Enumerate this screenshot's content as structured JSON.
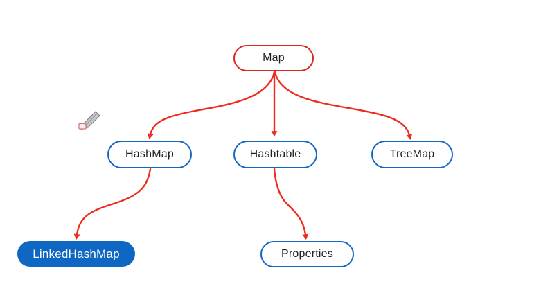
{
  "diagram": {
    "nodes": [
      {
        "id": "map",
        "label": "Map",
        "shape": "pill",
        "style": "red-outline"
      },
      {
        "id": "hashmap",
        "label": "HashMap",
        "shape": "pill",
        "style": "blue-outline"
      },
      {
        "id": "hashtable",
        "label": "Hashtable",
        "shape": "pill",
        "style": "blue-outline"
      },
      {
        "id": "treemap",
        "label": "TreeMap",
        "shape": "pill",
        "style": "blue-outline"
      },
      {
        "id": "linkedhashmap",
        "label": "LinkedHashMap",
        "shape": "pill",
        "style": "blue-filled"
      },
      {
        "id": "properties",
        "label": "Properties",
        "shape": "pill",
        "style": "blue-outline"
      }
    ],
    "edges": [
      {
        "from": "Map",
        "to": "HashMap",
        "style": "red-curved-arrow"
      },
      {
        "from": "Map",
        "to": "Hashtable",
        "style": "red-straight-arrow"
      },
      {
        "from": "Map",
        "to": "TreeMap",
        "style": "red-curved-arrow"
      },
      {
        "from": "HashMap",
        "to": "LinkedHashMap",
        "style": "red-curved-arrow"
      },
      {
        "from": "Hashtable",
        "to": "Properties",
        "style": "red-curved-arrow"
      }
    ],
    "colors": {
      "edge_red": "#ee2c1e",
      "node_red_outline": "#d92a1b",
      "node_blue_outline": "#1467c5",
      "node_blue_fill": "#0e67c2",
      "node_text": "#1f2023",
      "filled_node_text": "#ffffff",
      "background": "#ffffff"
    },
    "cursor": {
      "icon": "pencil-icon"
    }
  }
}
